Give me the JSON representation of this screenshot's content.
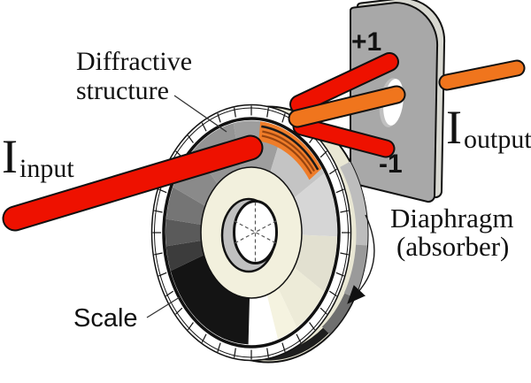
{
  "figure_labels": {
    "diffractive_structure_line1": "Diffractive",
    "diffractive_structure_line2": "structure",
    "input_symbol": "I",
    "input_subscript": "input",
    "output_symbol": "I",
    "output_subscript": "output",
    "plus_first_order": "+1",
    "minus_first_order": "-1",
    "diaphragm_line1": "Diaphragm",
    "diaphragm_line2": "(absorber)",
    "scale": "Scale"
  },
  "colors": {
    "background": "#ffffff",
    "ink": "#111111",
    "beam_red": "#ee1100",
    "beam_orange": "#f0751d",
    "plate_gray": "#a8a8a8",
    "plate_edge_gray": "#d8d8d1",
    "rim_cream": "#f2f0dd",
    "disk_side_cream": "#e9e7d4",
    "hatch_orange": "#ef7d2a",
    "hatch_dark": "#98440f",
    "hole_shadow_gray": "#c0c0c0"
  },
  "disk": {
    "tick_count": 36,
    "segments": [
      {
        "from": 348,
        "to": 22,
        "color": "#9e9e9e"
      },
      {
        "from": 22,
        "to": 58,
        "color": "#c4c4c4"
      },
      {
        "from": 58,
        "to": 92,
        "color": "#d6d6d6"
      },
      {
        "from": 92,
        "to": 122,
        "color": "#e2e0d0"
      },
      {
        "from": 122,
        "to": 148,
        "color": "#edebd8"
      },
      {
        "from": 148,
        "to": 162,
        "color": "#f5f3e0"
      },
      {
        "from": 162,
        "to": 182,
        "color": "#ffffff"
      },
      {
        "from": 182,
        "to": 250,
        "color": "#141414"
      },
      {
        "from": 250,
        "to": 263,
        "color": "#3c3c3c"
      },
      {
        "from": 263,
        "to": 277,
        "color": "#5a5a5a"
      },
      {
        "from": 277,
        "to": 294,
        "color": "#757575"
      },
      {
        "from": 294,
        "to": 318,
        "color": "#8a8a8a"
      },
      {
        "from": 318,
        "to": 348,
        "color": "#949494"
      }
    ],
    "side_arcs": [
      {
        "from": 55,
        "to": 95,
        "color": "#bdbdbd",
        "width": 13
      },
      {
        "from": 95,
        "to": 120,
        "color": "#9a9a9a",
        "width": 13
      },
      {
        "from": 120,
        "to": 142,
        "color": "#6f6f6f",
        "width": 12
      },
      {
        "from": 142,
        "to": 215,
        "color": "#1e1e1e",
        "width": 9
      }
    ],
    "hatch_band": {
      "from": 6,
      "to": 55
    },
    "crosshair_angles_deg": [
      0,
      62,
      -62
    ]
  }
}
